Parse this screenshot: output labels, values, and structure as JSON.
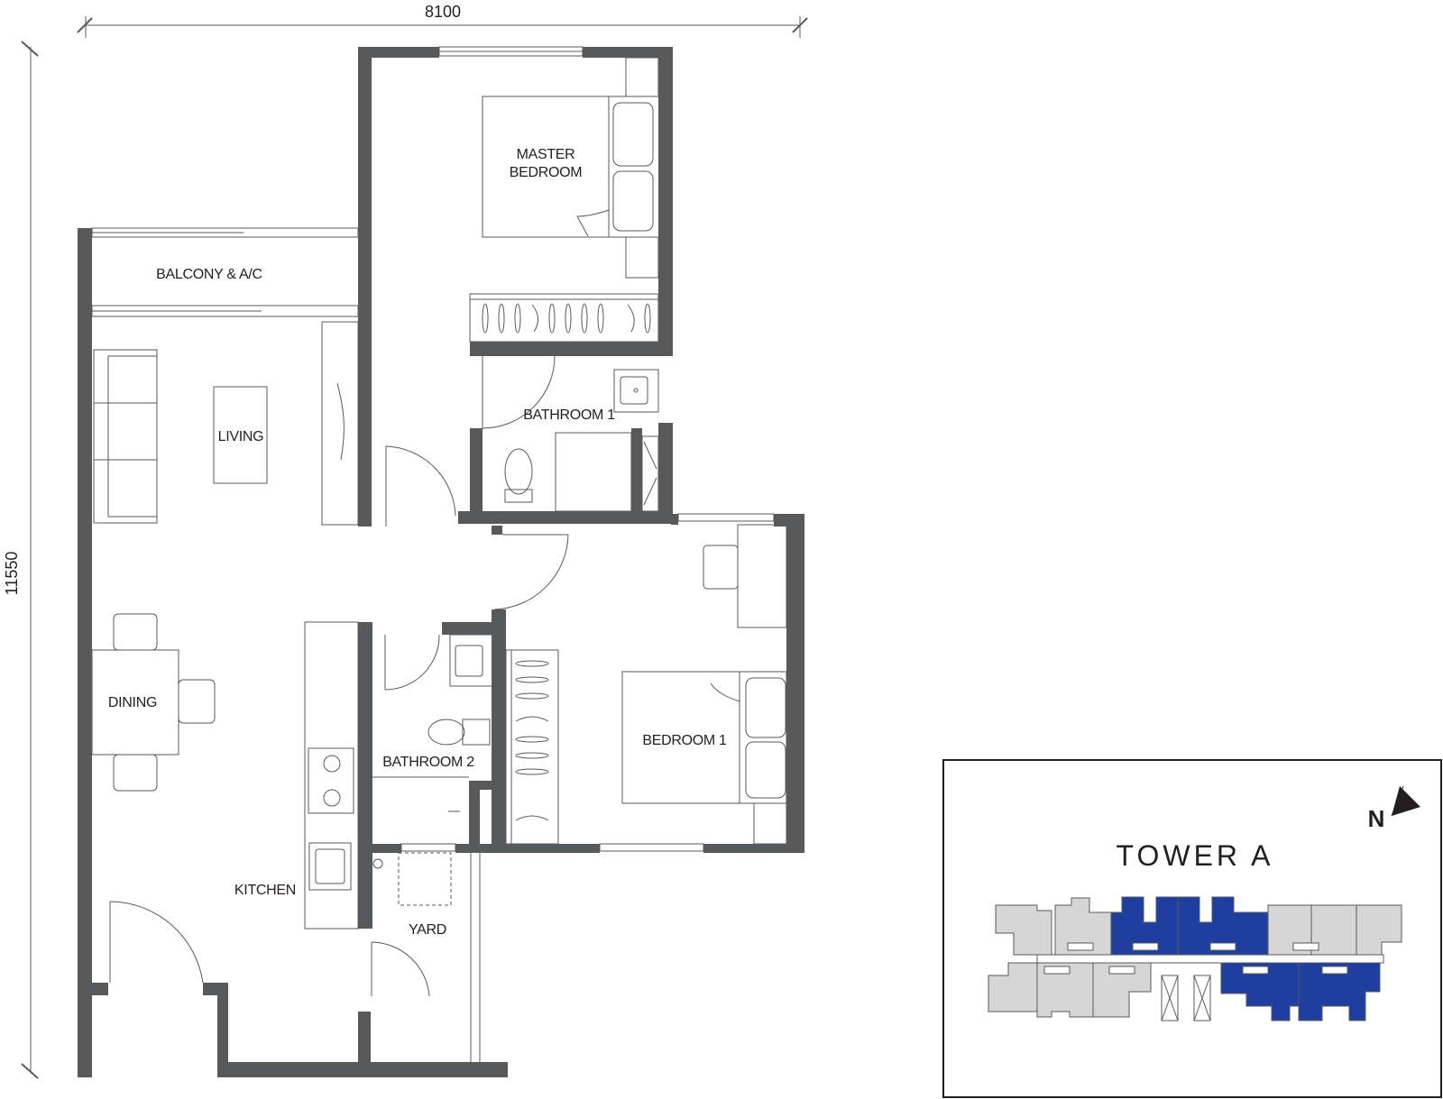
{
  "dimensions": {
    "width": "8100",
    "height": "11550"
  },
  "rooms": {
    "master_bedroom_line1": "MASTER",
    "master_bedroom_line2": "BEDROOM",
    "balcony": "BALCONY & A/C",
    "living": "LIVING",
    "bathroom1": "BATHROOM 1",
    "dining": "DINING",
    "bathroom2": "BATHROOM 2",
    "bedroom1": "BEDROOM 1",
    "kitchen": "KITCHEN",
    "yard": "YARD"
  },
  "key_plan": {
    "title": "TOWER A",
    "north": "N",
    "colors": {
      "highlight": "#1e3fa0",
      "other_units": "#d6d6d6",
      "outline": "#58595b"
    }
  }
}
